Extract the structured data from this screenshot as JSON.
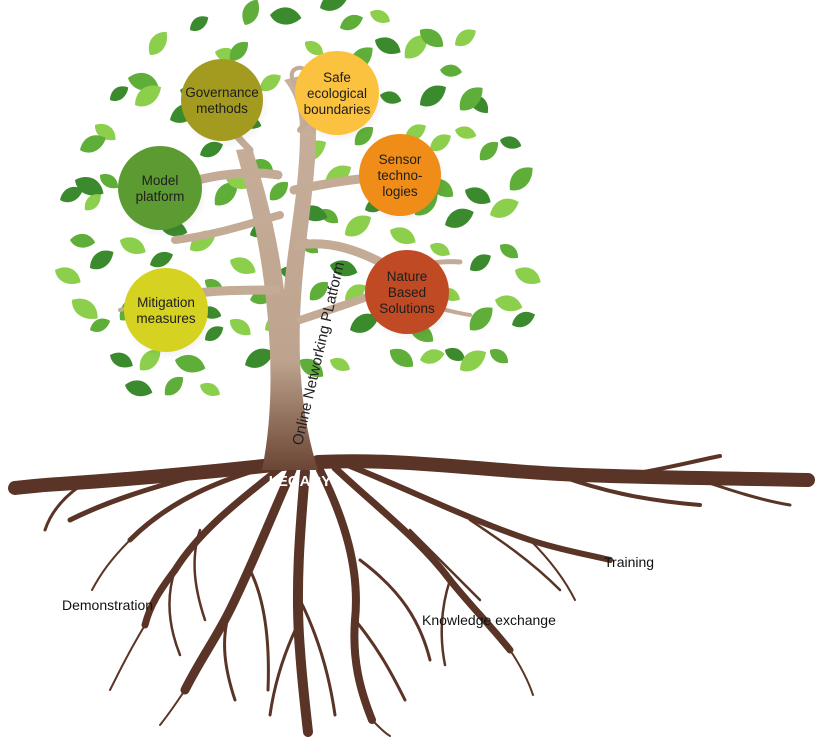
{
  "diagram": {
    "trunk_label": "Online Networking PLatform",
    "base_label": "LEGACY",
    "branches": [
      {
        "lines": [
          "Governance",
          "methods"
        ],
        "color": "#a39a20"
      },
      {
        "lines": [
          "Safe",
          "ecological",
          "boundaries"
        ],
        "color": "#fbc23f"
      },
      {
        "lines": [
          "Model",
          "platform"
        ],
        "color": "#5c9b32"
      },
      {
        "lines": [
          "Sensor",
          "techno-",
          "logies"
        ],
        "color": "#f08c18"
      },
      {
        "lines": [
          "Mitigation",
          "measures"
        ],
        "color": "#d6d221"
      },
      {
        "lines": [
          "Nature",
          "Based",
          "Solutions"
        ],
        "color": "#bf4a24"
      }
    ],
    "roots": [
      {
        "label": "Demonstration"
      },
      {
        "label": "Knowledge exchange"
      },
      {
        "label": "Training"
      }
    ],
    "colors": {
      "trunk": "#c4ab96",
      "roots": "#5a3426",
      "leaf_light": "#8ccf4c",
      "leaf_dark": "#3c8a2e"
    }
  }
}
